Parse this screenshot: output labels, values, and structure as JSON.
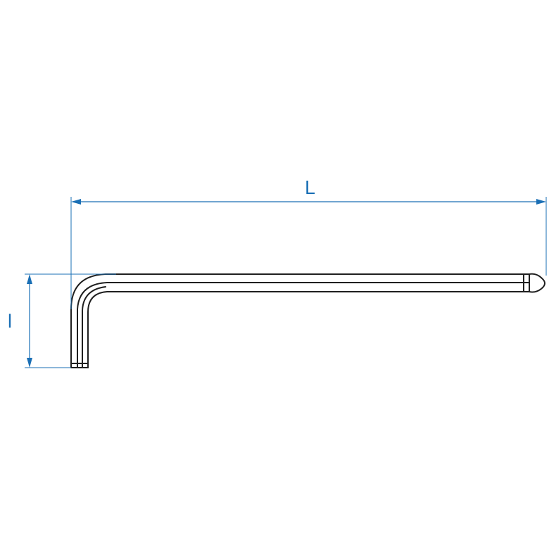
{
  "diagram": {
    "dimensions": {
      "long_arm_label": "L",
      "short_arm_label": "l"
    },
    "colors": {
      "dimension": "#1a6fb5",
      "outline": "#1f1f1f",
      "background": "#ffffff"
    },
    "tool": "ball-end-hex-key"
  }
}
